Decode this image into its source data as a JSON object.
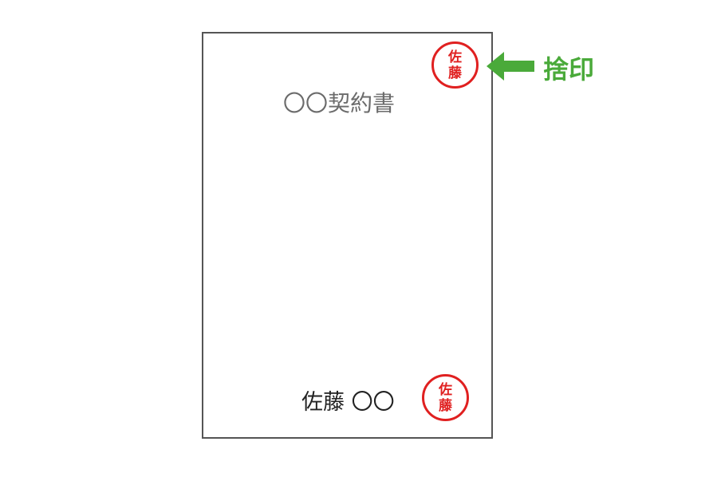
{
  "document": {
    "title": "〇〇契約書",
    "signer": "佐藤 〇〇"
  },
  "seal_top": {
    "line1": "佐",
    "line2": "藤"
  },
  "seal_bottom": {
    "line1": "佐",
    "line2": "藤"
  },
  "callout": {
    "label": "捨印",
    "icon": "arrow-left-icon"
  },
  "colors": {
    "seal": "#e02020",
    "callout": "#4aaa3a",
    "border": "#555555",
    "title": "#6b6b6b"
  }
}
